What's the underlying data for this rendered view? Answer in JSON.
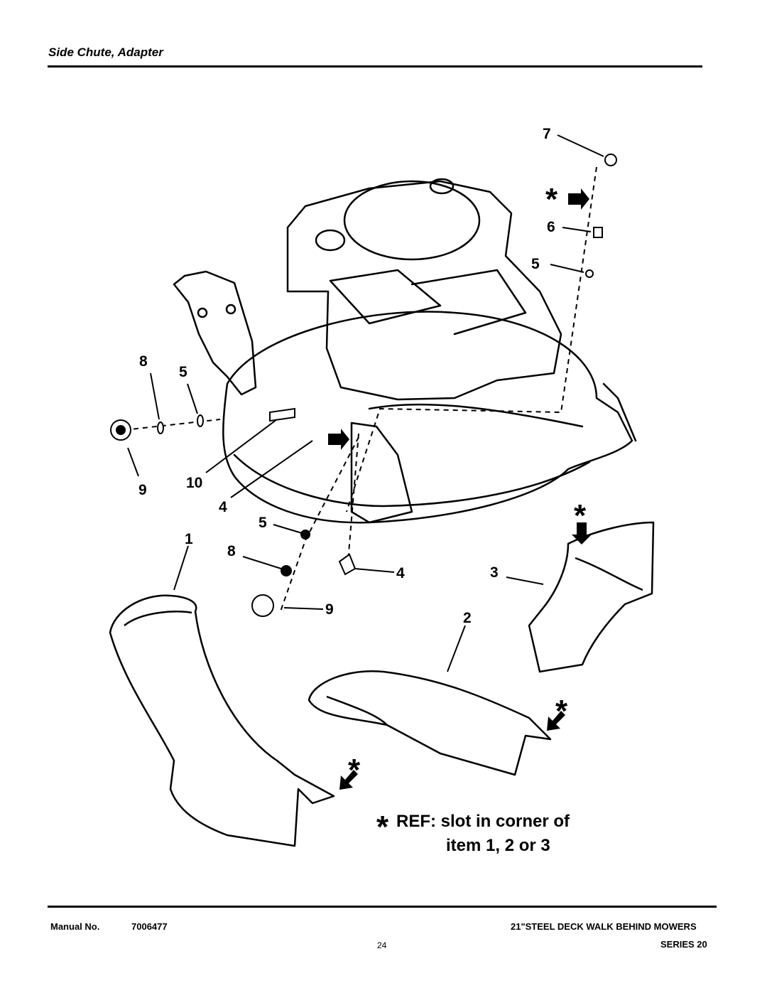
{
  "header": {
    "title": "Side Chute, Adapter"
  },
  "callouts": {
    "c7": "7",
    "c6": "6",
    "c5a": "5",
    "c8a": "8",
    "c5b": "5",
    "c9a": "9",
    "c10": "10",
    "c4a": "4",
    "c1": "1",
    "c5c": "5",
    "c8b": "8",
    "c4b": "4",
    "c9b": "9",
    "c3": "3",
    "c2": "2"
  },
  "note": {
    "star": "*",
    "line1": "REF: slot in corner of",
    "line2": "item 1, 2 or 3"
  },
  "footer": {
    "manual_label": "Manual No.",
    "manual_number": "7006477",
    "product": "21\"STEEL DECK WALK BEHIND MOWERS",
    "page": "24",
    "series": "SERIES 20"
  }
}
